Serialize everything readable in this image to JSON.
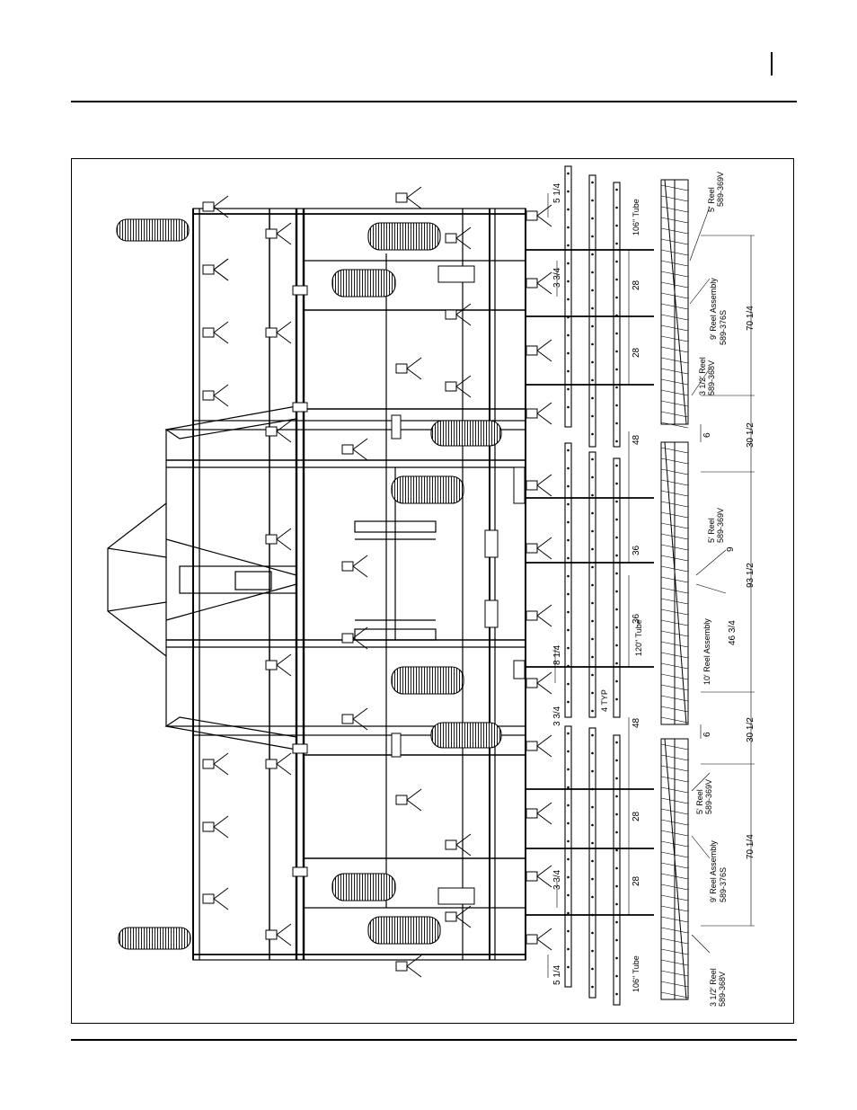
{
  "labels": {
    "tube_106_top": "106\" Tube",
    "reel5_top": "5' Reel",
    "reel5_top_pn": "589-369V",
    "reel9_top": "9' Reel Assembly",
    "reel9_top_pn": "589-376S",
    "reel35_top": "3 1/2' Reel",
    "reel35_top_pn": "589-368V",
    "reel5_mid": "5' Reel",
    "reel5_mid_pn": "589-369V",
    "reel10": "10' Reel Assembly",
    "tube_120": "120\" Tube",
    "typ4": "4 TYP",
    "reel5_low": "5' Reel",
    "reel5_low_pn": "589-369V",
    "reel9_low": "9' Reel Assembly",
    "reel9_low_pn": "589-376S",
    "tube_106_bot": "106\" Tube",
    "reel35_bot": "3 1/2' Reel",
    "reel35_bot_pn": "589-368V"
  },
  "dims": {
    "d_5_1_4_top": "5 1/4",
    "d_3_3_4_a": "3 3/4",
    "d_28_a": "28",
    "d_28_b": "28",
    "d_70_1_4_top": "70 1/4",
    "d_48_a": "48",
    "d_6_a": "6",
    "d_30_1_2_a": "30 1/2",
    "d_36_a": "36",
    "d_9": "9",
    "d_93_1_2": "93 1/2",
    "d_36_b": "36",
    "d_46_3_4": "46 3/4",
    "d_8_1_4": "8 1/4",
    "d_3_3_4_b": "3 3/4",
    "d_48_b": "48",
    "d_6_b": "6",
    "d_30_1_2_b": "30 1/2",
    "d_28_c": "28",
    "d_28_d": "28",
    "d_70_1_4_bot": "70 1/4",
    "d_3_3_4_c": "3 3/4",
    "d_5_1_4_bot": "5 1/4"
  }
}
